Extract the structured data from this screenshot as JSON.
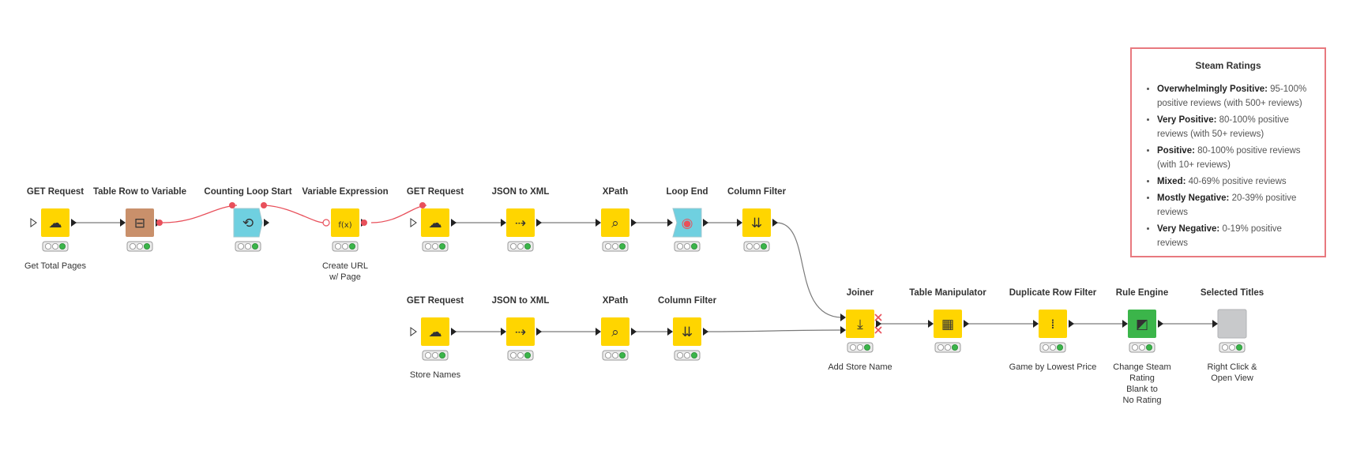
{
  "nodes": [
    {
      "id": "n1",
      "title": "GET Request",
      "annotation": [
        "Get Total Pages"
      ],
      "color": "#ffd500",
      "kind": "tall",
      "icon": "cloud-get-icon"
    },
    {
      "id": "n2",
      "title": "Table Row to Variable",
      "annotation": [],
      "color": "#c9906b",
      "kind": "tall",
      "icon": "table-to-variable-icon"
    },
    {
      "id": "n3",
      "title": "Counting Loop Start",
      "annotation": [],
      "color": "#6fd0e0",
      "kind": "loopstart",
      "icon": "loop-start-icon"
    },
    {
      "id": "n4",
      "title": "Variable Expression",
      "annotation": [
        "Create URL",
        "w/ Page"
      ],
      "color": "#ffd500",
      "kind": "tall",
      "icon": "function-icon"
    },
    {
      "id": "n5",
      "title": "GET Request",
      "annotation": [],
      "color": "#ffd500",
      "kind": "tall",
      "icon": "cloud-get-icon"
    },
    {
      "id": "n6",
      "title": "JSON to XML",
      "annotation": [],
      "color": "#ffd500",
      "kind": "tall",
      "icon": "json-to-xml-icon"
    },
    {
      "id": "n7",
      "title": "XPath",
      "annotation": [],
      "color": "#ffd500",
      "kind": "tall",
      "icon": "xpath-icon"
    },
    {
      "id": "n8",
      "title": "Loop End",
      "annotation": [],
      "color": "#6fd0e0",
      "kind": "loopend",
      "icon": "loop-end-icon"
    },
    {
      "id": "n9",
      "title": "Column Filter",
      "annotation": [],
      "color": "#ffd500",
      "kind": "tall",
      "icon": "column-filter-icon"
    },
    {
      "id": "n10",
      "title": "GET Request",
      "annotation": [
        "Store Names"
      ],
      "color": "#ffd500",
      "kind": "tall",
      "icon": "cloud-get-icon"
    },
    {
      "id": "n11",
      "title": "JSON to XML",
      "annotation": [],
      "color": "#ffd500",
      "kind": "tall",
      "icon": "json-to-xml-icon"
    },
    {
      "id": "n12",
      "title": "XPath",
      "annotation": [],
      "color": "#ffd500",
      "kind": "tall",
      "icon": "xpath-icon"
    },
    {
      "id": "n13",
      "title": "Column Filter",
      "annotation": [],
      "color": "#ffd500",
      "kind": "tall",
      "icon": "column-filter-icon"
    },
    {
      "id": "n14",
      "title": "Joiner",
      "annotation": [
        "Add Store Name"
      ],
      "color": "#ffd500",
      "kind": "tall",
      "icon": "joiner-icon"
    },
    {
      "id": "n15",
      "title": "Table Manipulator",
      "annotation": [],
      "color": "#ffd500",
      "kind": "tall",
      "icon": "table-manipulator-icon"
    },
    {
      "id": "n16",
      "title": "Duplicate Row Filter",
      "annotation": [
        "Game by Lowest Price"
      ],
      "color": "#ffd500",
      "kind": "tall",
      "icon": "duplicate-filter-icon"
    },
    {
      "id": "n17",
      "title": "Rule Engine",
      "annotation": [
        "Change Steam",
        "Rating",
        "Blank to",
        "No Rating"
      ],
      "color": "#3bb54a",
      "kind": "tall",
      "icon": "rule-engine-icon"
    },
    {
      "id": "n18",
      "title": "Selected Titles",
      "annotation": [
        "Right Click &",
        "Open View"
      ],
      "color": "#c8c9cb",
      "kind": "view",
      "icon": "view-icon"
    }
  ],
  "legend": {
    "title": "Steam Ratings",
    "items": [
      {
        "label": "Overwhelmingly Positive:",
        "text": " 95-100% positive reviews (with 500+ reviews)"
      },
      {
        "label": "Very Positive:",
        "text": " 80-100% positive reviews (with 50+ reviews)"
      },
      {
        "label": "Positive:",
        "text": " 80-100% positive reviews (with 10+ reviews)"
      },
      {
        "label": "Mixed:",
        "text": " 40-69% positive reviews"
      },
      {
        "label": "Mostly Negative:",
        "text": " 20-39% positive reviews"
      },
      {
        "label": "Very Negative:",
        "text": " 0-19% positive reviews"
      }
    ]
  }
}
